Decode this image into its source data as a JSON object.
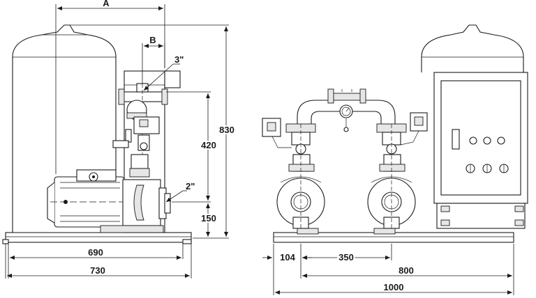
{
  "dimensions": {
    "a": "A",
    "b": "B",
    "pipe_top": "3\"",
    "pipe_side": "2\"",
    "height_total": "830",
    "height_upper": "420",
    "height_lower": "150",
    "width_690": "690",
    "width_730": "730",
    "width_104": "104",
    "width_350": "350",
    "width_800": "800",
    "width_1000": "1000"
  },
  "icons": [
    "pressure-vessel",
    "electric-motor",
    "centrifugal-pump",
    "control-cabinet",
    "pressure-gauge"
  ]
}
